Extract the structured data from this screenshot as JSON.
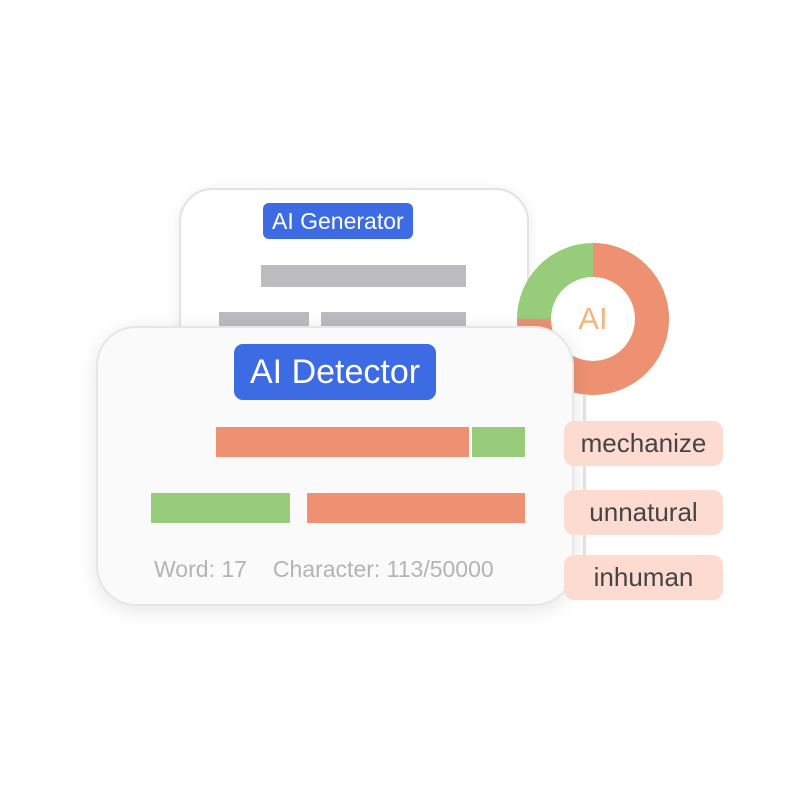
{
  "generator": {
    "badge_label": "AI Generator"
  },
  "detector": {
    "badge_label": "AI Detector",
    "stats": {
      "word_label": "Word: 17",
      "character_label": "Character: 113/50000"
    }
  },
  "donut": {
    "label": "AI",
    "ai_fraction": 0.75,
    "colors": {
      "ai": "#ee9173",
      "human": "#97cd7a",
      "label": "#f6b57a"
    }
  },
  "tags": [
    {
      "label": "mechanize"
    },
    {
      "label": "unnatural"
    },
    {
      "label": "inhuman"
    }
  ],
  "colors": {
    "accent_blue": "#3c6be4",
    "orange": "#ee9173",
    "green": "#97cd7a",
    "gray": "#bcbcc0",
    "tag_bg": "#fddbd0"
  }
}
